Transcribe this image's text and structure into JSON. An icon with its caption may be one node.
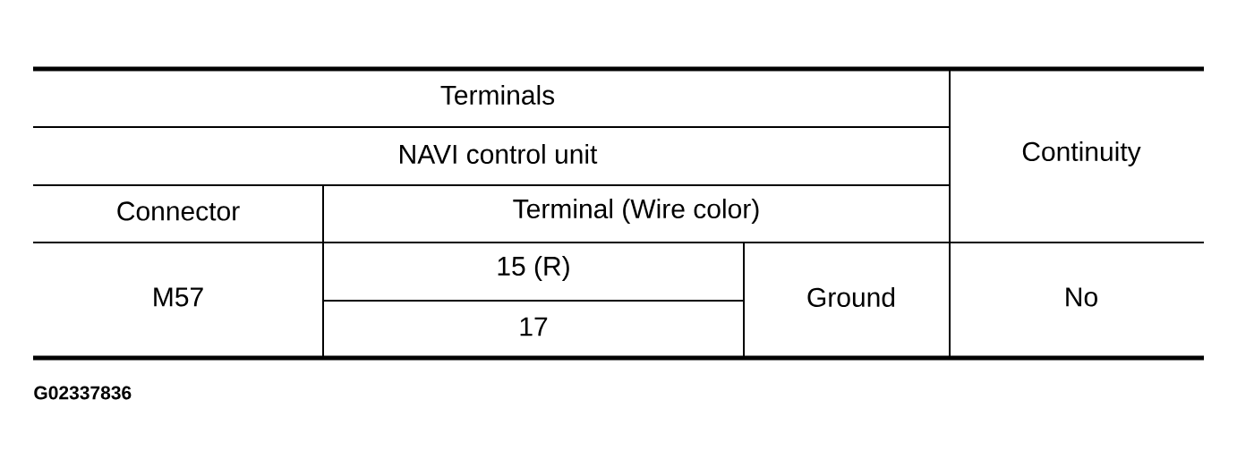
{
  "diagram": {
    "labels": [
      "Terminals",
      "Continuity",
      "NAVI control unit",
      "Connector",
      "Terminal (Wire color)",
      "M57",
      "15 (R)",
      "Ground",
      "No",
      "17",
      "G02337836"
    ]
  }
}
